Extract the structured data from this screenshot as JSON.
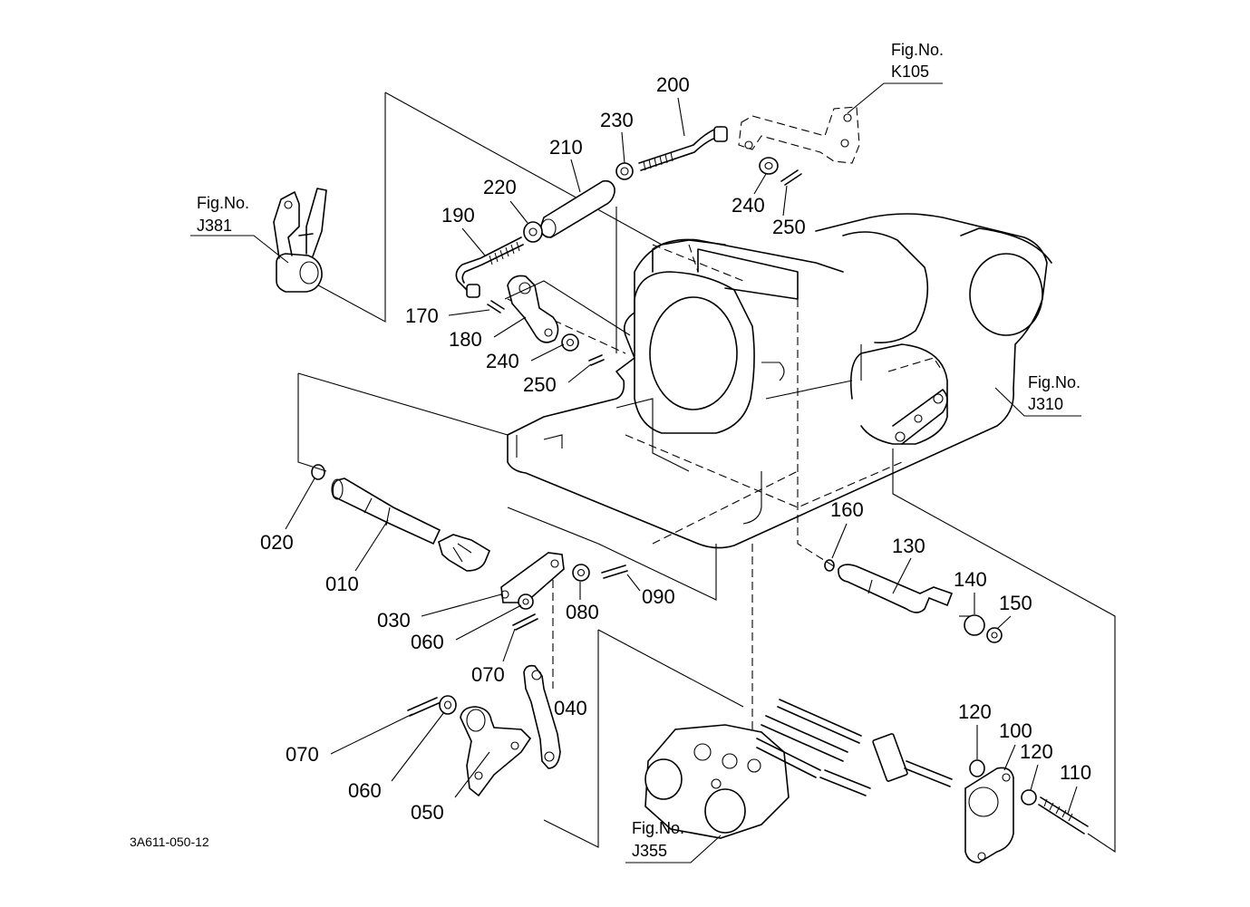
{
  "diagram_code": "3A611-050-12",
  "figure_refs": {
    "k105": {
      "title": "Fig.No.",
      "code": "K105"
    },
    "j381": {
      "title": "Fig.No.",
      "code": "J381"
    },
    "j310": {
      "title": "Fig.No.",
      "code": "J310"
    },
    "j355": {
      "title": "Fig.No.",
      "code": "J355"
    }
  },
  "part_labels": {
    "p010": "010",
    "p020": "020",
    "p030": "030",
    "p040": "040",
    "p050": "050",
    "p060a": "060",
    "p060b": "060",
    "p070a": "070",
    "p070b": "070",
    "p080": "080",
    "p090": "090",
    "p100": "100",
    "p110": "110",
    "p120a": "120",
    "p120b": "120",
    "p130": "130",
    "p140": "140",
    "p150": "150",
    "p160": "160",
    "p170": "170",
    "p180": "180",
    "p190": "190",
    "p200": "200",
    "p210": "210",
    "p220": "220",
    "p230": "230",
    "p240a": "240",
    "p240b": "240",
    "p250a": "250",
    "p250b": "250"
  }
}
